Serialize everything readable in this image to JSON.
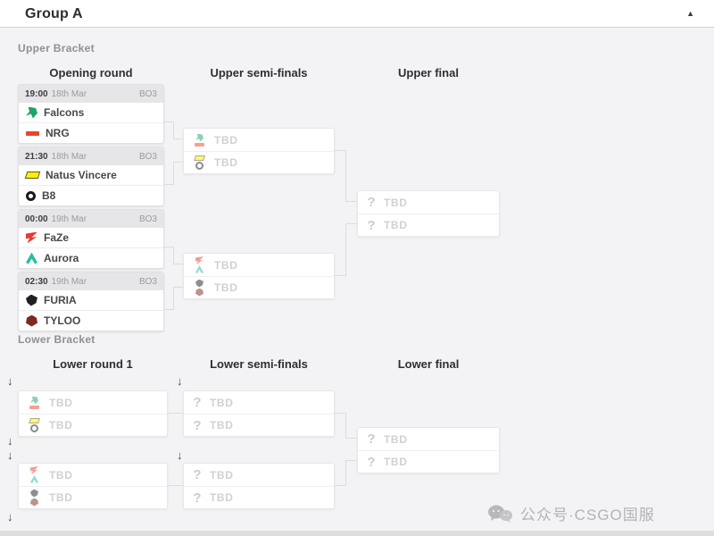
{
  "header": {
    "title": "Group A",
    "collapse_icon": "▲"
  },
  "glyphs": {
    "tbd": "TBD",
    "placeholder": "?",
    "drop_arrow": "↓"
  },
  "teams": {
    "falcons": {
      "name": "Falcons",
      "color": "#1ca564"
    },
    "nrg": {
      "name": "NRG",
      "color": "#e8452c"
    },
    "navi": {
      "name": "Natus Vincere",
      "color": "#ffee00"
    },
    "b8": {
      "name": "B8",
      "color": "#1a1a1a"
    },
    "faze": {
      "name": "FaZe",
      "color": "#e43d30"
    },
    "aurora": {
      "name": "Aurora",
      "color": "#29bda0"
    },
    "furia": {
      "name": "FURIA",
      "color": "#202024"
    },
    "tyloo": {
      "name": "TYLOO",
      "color": "#7c2a22"
    }
  },
  "upper_bracket": {
    "label": "Upper Bracket",
    "columns": [
      "Opening round",
      "Upper semi-finals",
      "Upper final"
    ],
    "matches": [
      {
        "time": "19:00",
        "date": "18th Mar",
        "format": "BO3"
      },
      {
        "time": "21:30",
        "date": "18th Mar",
        "format": "BO3"
      },
      {
        "time": "00:00",
        "date": "19th Mar",
        "format": "BO3"
      },
      {
        "time": "02:30",
        "date": "19th Mar",
        "format": "BO3"
      }
    ]
  },
  "lower_bracket": {
    "label": "Lower Bracket",
    "columns": [
      "Lower round 1",
      "Lower semi-finals",
      "Lower final"
    ]
  },
  "watermark": {
    "text": "公众号·CSGO国服"
  }
}
